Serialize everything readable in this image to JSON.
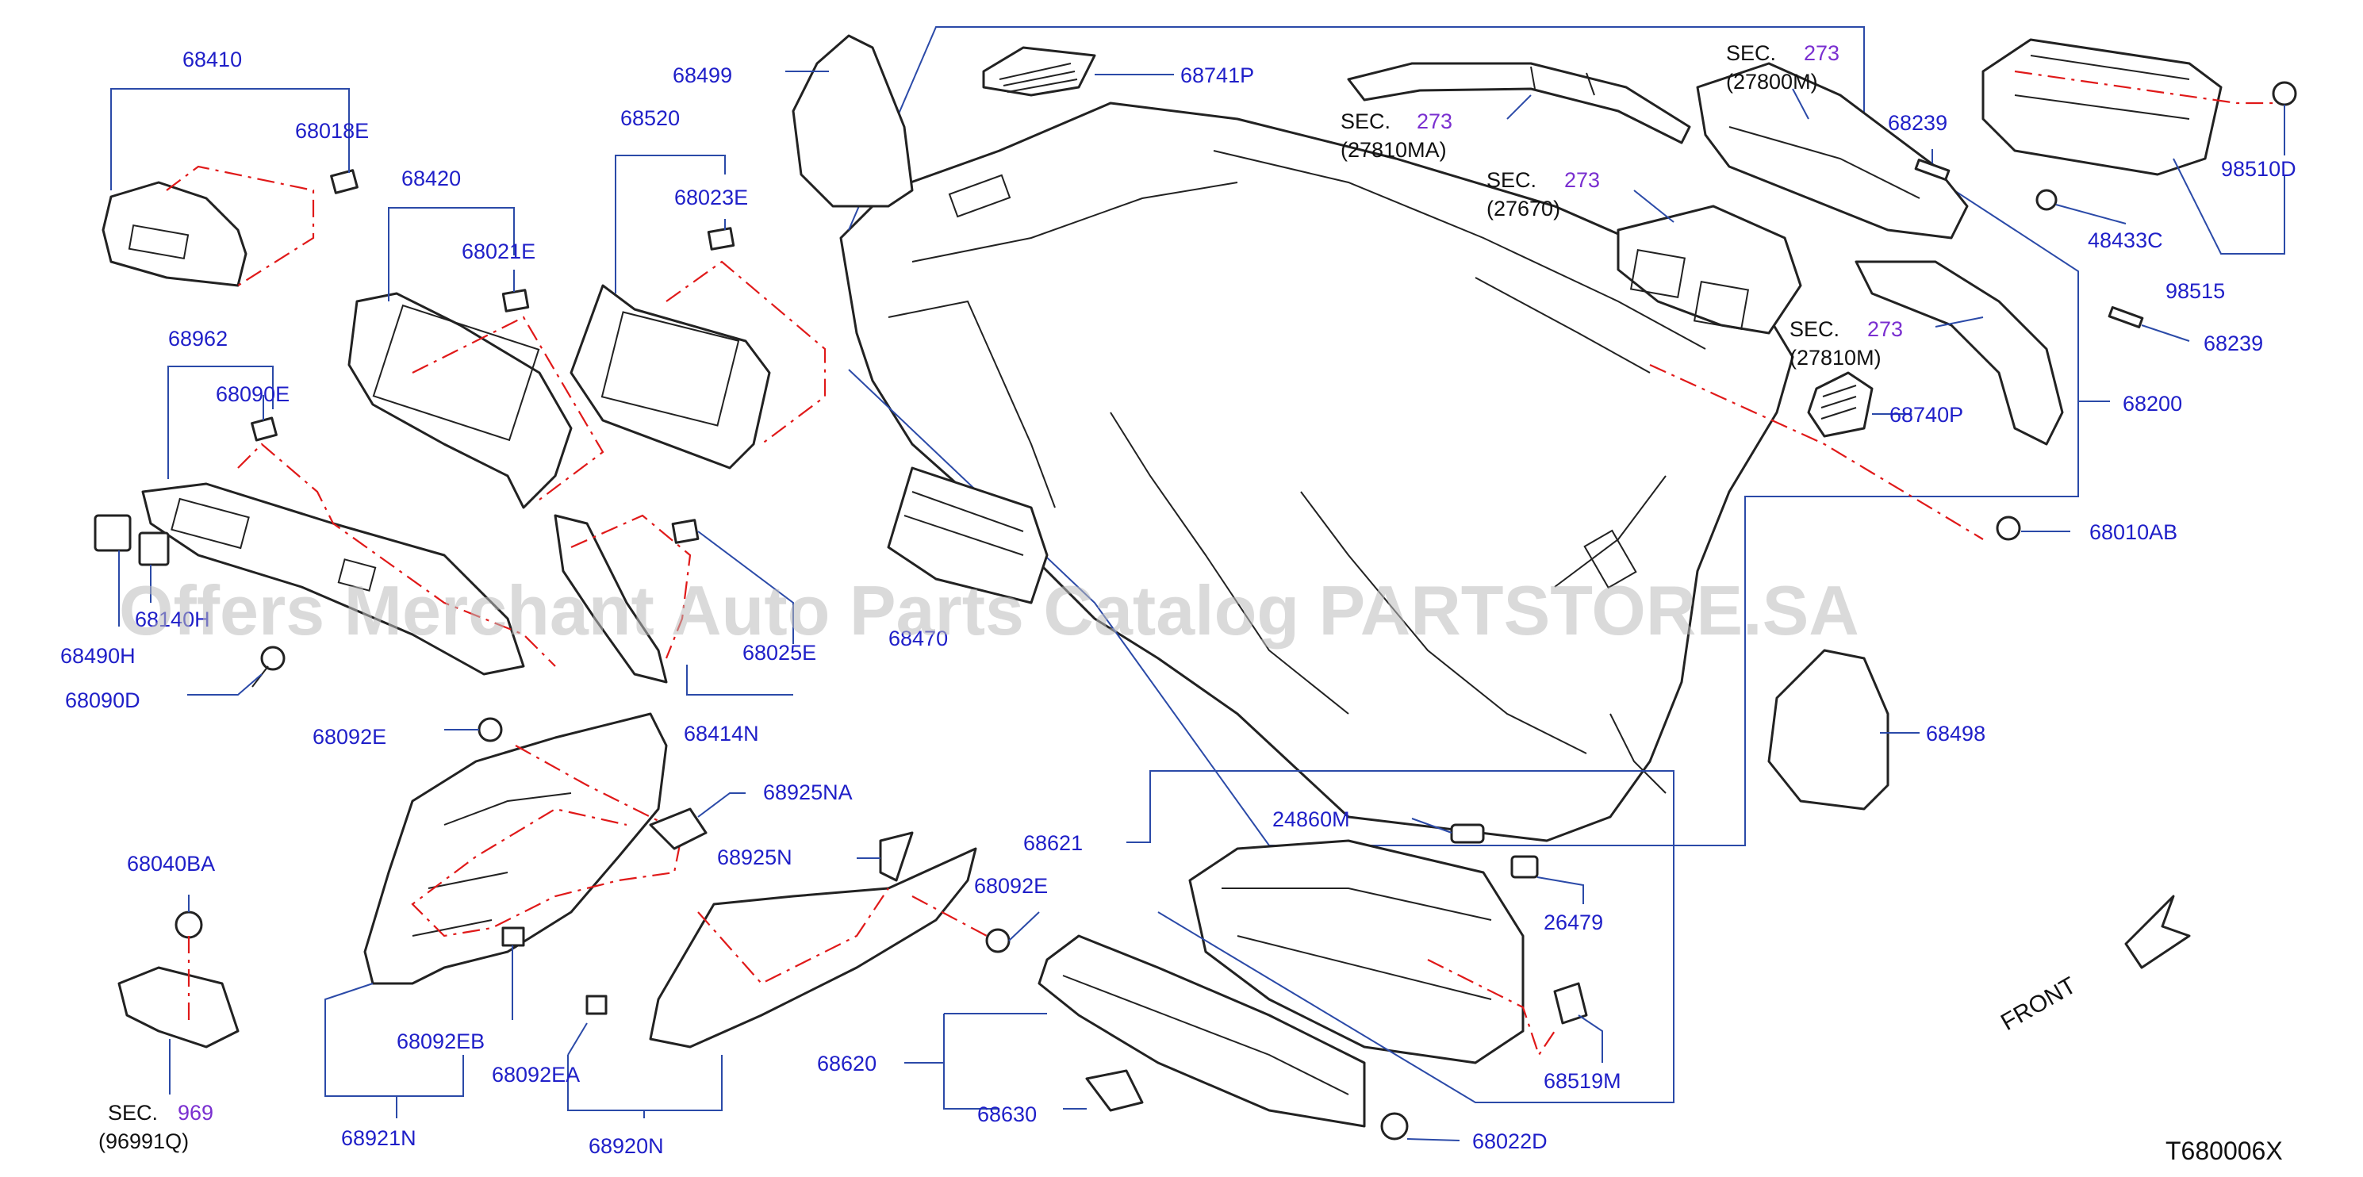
{
  "labels": {
    "p68410": "68410",
    "p68018E": "68018E",
    "p68499": "68499",
    "p68741P": "68741P",
    "p68520": "68520",
    "p68023E": "68023E",
    "p68420": "68420",
    "p68021E": "68021E",
    "p68962": "68962",
    "p68090E": "68090E",
    "p68140H": "68140H",
    "p68490H": "68490H",
    "p68090D": "68090D",
    "p68470": "68470",
    "p68025E": "68025E",
    "p68414N": "68414N",
    "p68092E_a": "68092E",
    "p68925NA": "68925NA",
    "p68925N": "68925N",
    "p68092E_b": "68092E",
    "p68040BA": "68040BA",
    "p68092EB": "68092EB",
    "p68092EA": "68092EA",
    "p68921N": "68921N",
    "p68920N": "68920N",
    "p68621": "68621",
    "p68620": "68620",
    "p68630": "68630",
    "p24860M": "24860M",
    "p26479": "26479",
    "p68519M": "68519M",
    "p68022D": "68022D",
    "p68239_a": "68239",
    "p68239_b": "68239",
    "p98510D": "98510D",
    "p48433C": "48433C",
    "p98515": "98515",
    "p68740P": "68740P",
    "p68200": "68200",
    "p68010AB": "68010AB",
    "p68498": "68498"
  },
  "sections": {
    "s1": {
      "word": "SEC.",
      "num": "273",
      "ref": "(27810MA)"
    },
    "s2": {
      "word": "SEC.",
      "num": "273",
      "ref": "(27800M)"
    },
    "s3": {
      "word": "SEC.",
      "num": "273",
      "ref": "(27670)"
    },
    "s4": {
      "word": "SEC.",
      "num": "273",
      "ref": "(27810M)"
    },
    "s5": {
      "word": "SEC.",
      "num": "969",
      "ref": "(96991Q)"
    }
  },
  "front_label": "FRONT",
  "diagram_code": "T680006X",
  "watermark": "Offers Merchant Auto Parts Catalog PARTSTORE.SA",
  "colors": {
    "label": "#1f1fc8",
    "section_number": "#7a2fd0",
    "leader": "#2b4aa8",
    "dashed": "#e01919"
  }
}
